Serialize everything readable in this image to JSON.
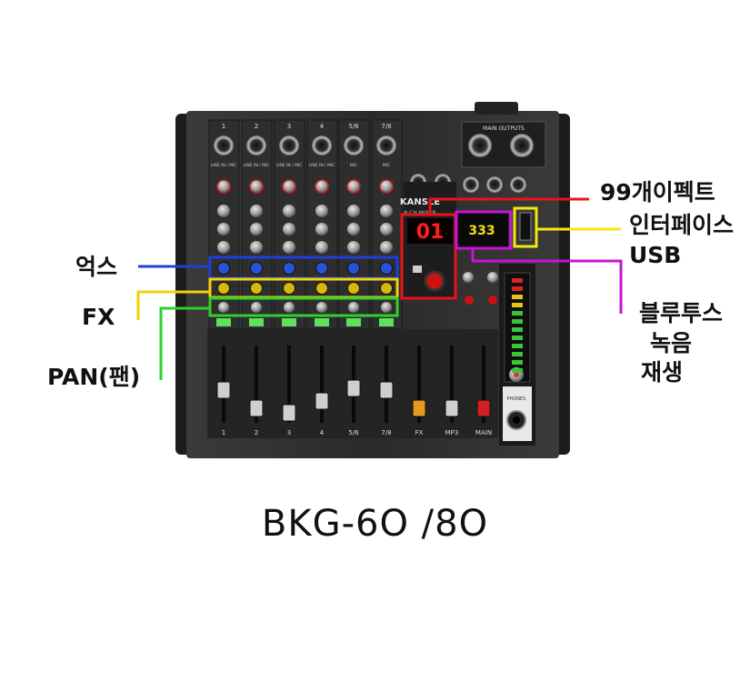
{
  "labels": {
    "aux": "억스",
    "fx": "FX",
    "pan": "PAN(팬)",
    "effects": "99개이펙트",
    "interface": "인터페이스",
    "usb": "USB",
    "bluetooth": "블루투스",
    "record": "녹음",
    "playback": "재생"
  },
  "model": "BKG-6O /8O",
  "mixer": {
    "brand": "KANSLE",
    "subtitle": "8 CH MIXER",
    "effect_display": "01",
    "usb_display": "333",
    "main_outputs": "MAIN OUTPUTS",
    "channel_tops": [
      "1",
      "2",
      "3",
      "4",
      "5/6",
      "7/8"
    ],
    "input_labels": [
      "LINE IN / MIC",
      "LINE IN / MIC",
      "LINE IN / MIC",
      "LINE IN / MIC",
      "MIC",
      "MIC"
    ],
    "fader_labels": [
      "1",
      "2",
      "3",
      "4",
      "5/6",
      "7/8",
      "FX",
      "MP3",
      "MAIN"
    ],
    "phones_label": "PHONES"
  },
  "colors": {
    "aux": "#1e3fd8",
    "fx": "#f3d20a",
    "pan": "#2fd12f",
    "effects": "#e8141a",
    "interface": "#f5e80c",
    "bluetooth": "#c613d6"
  }
}
